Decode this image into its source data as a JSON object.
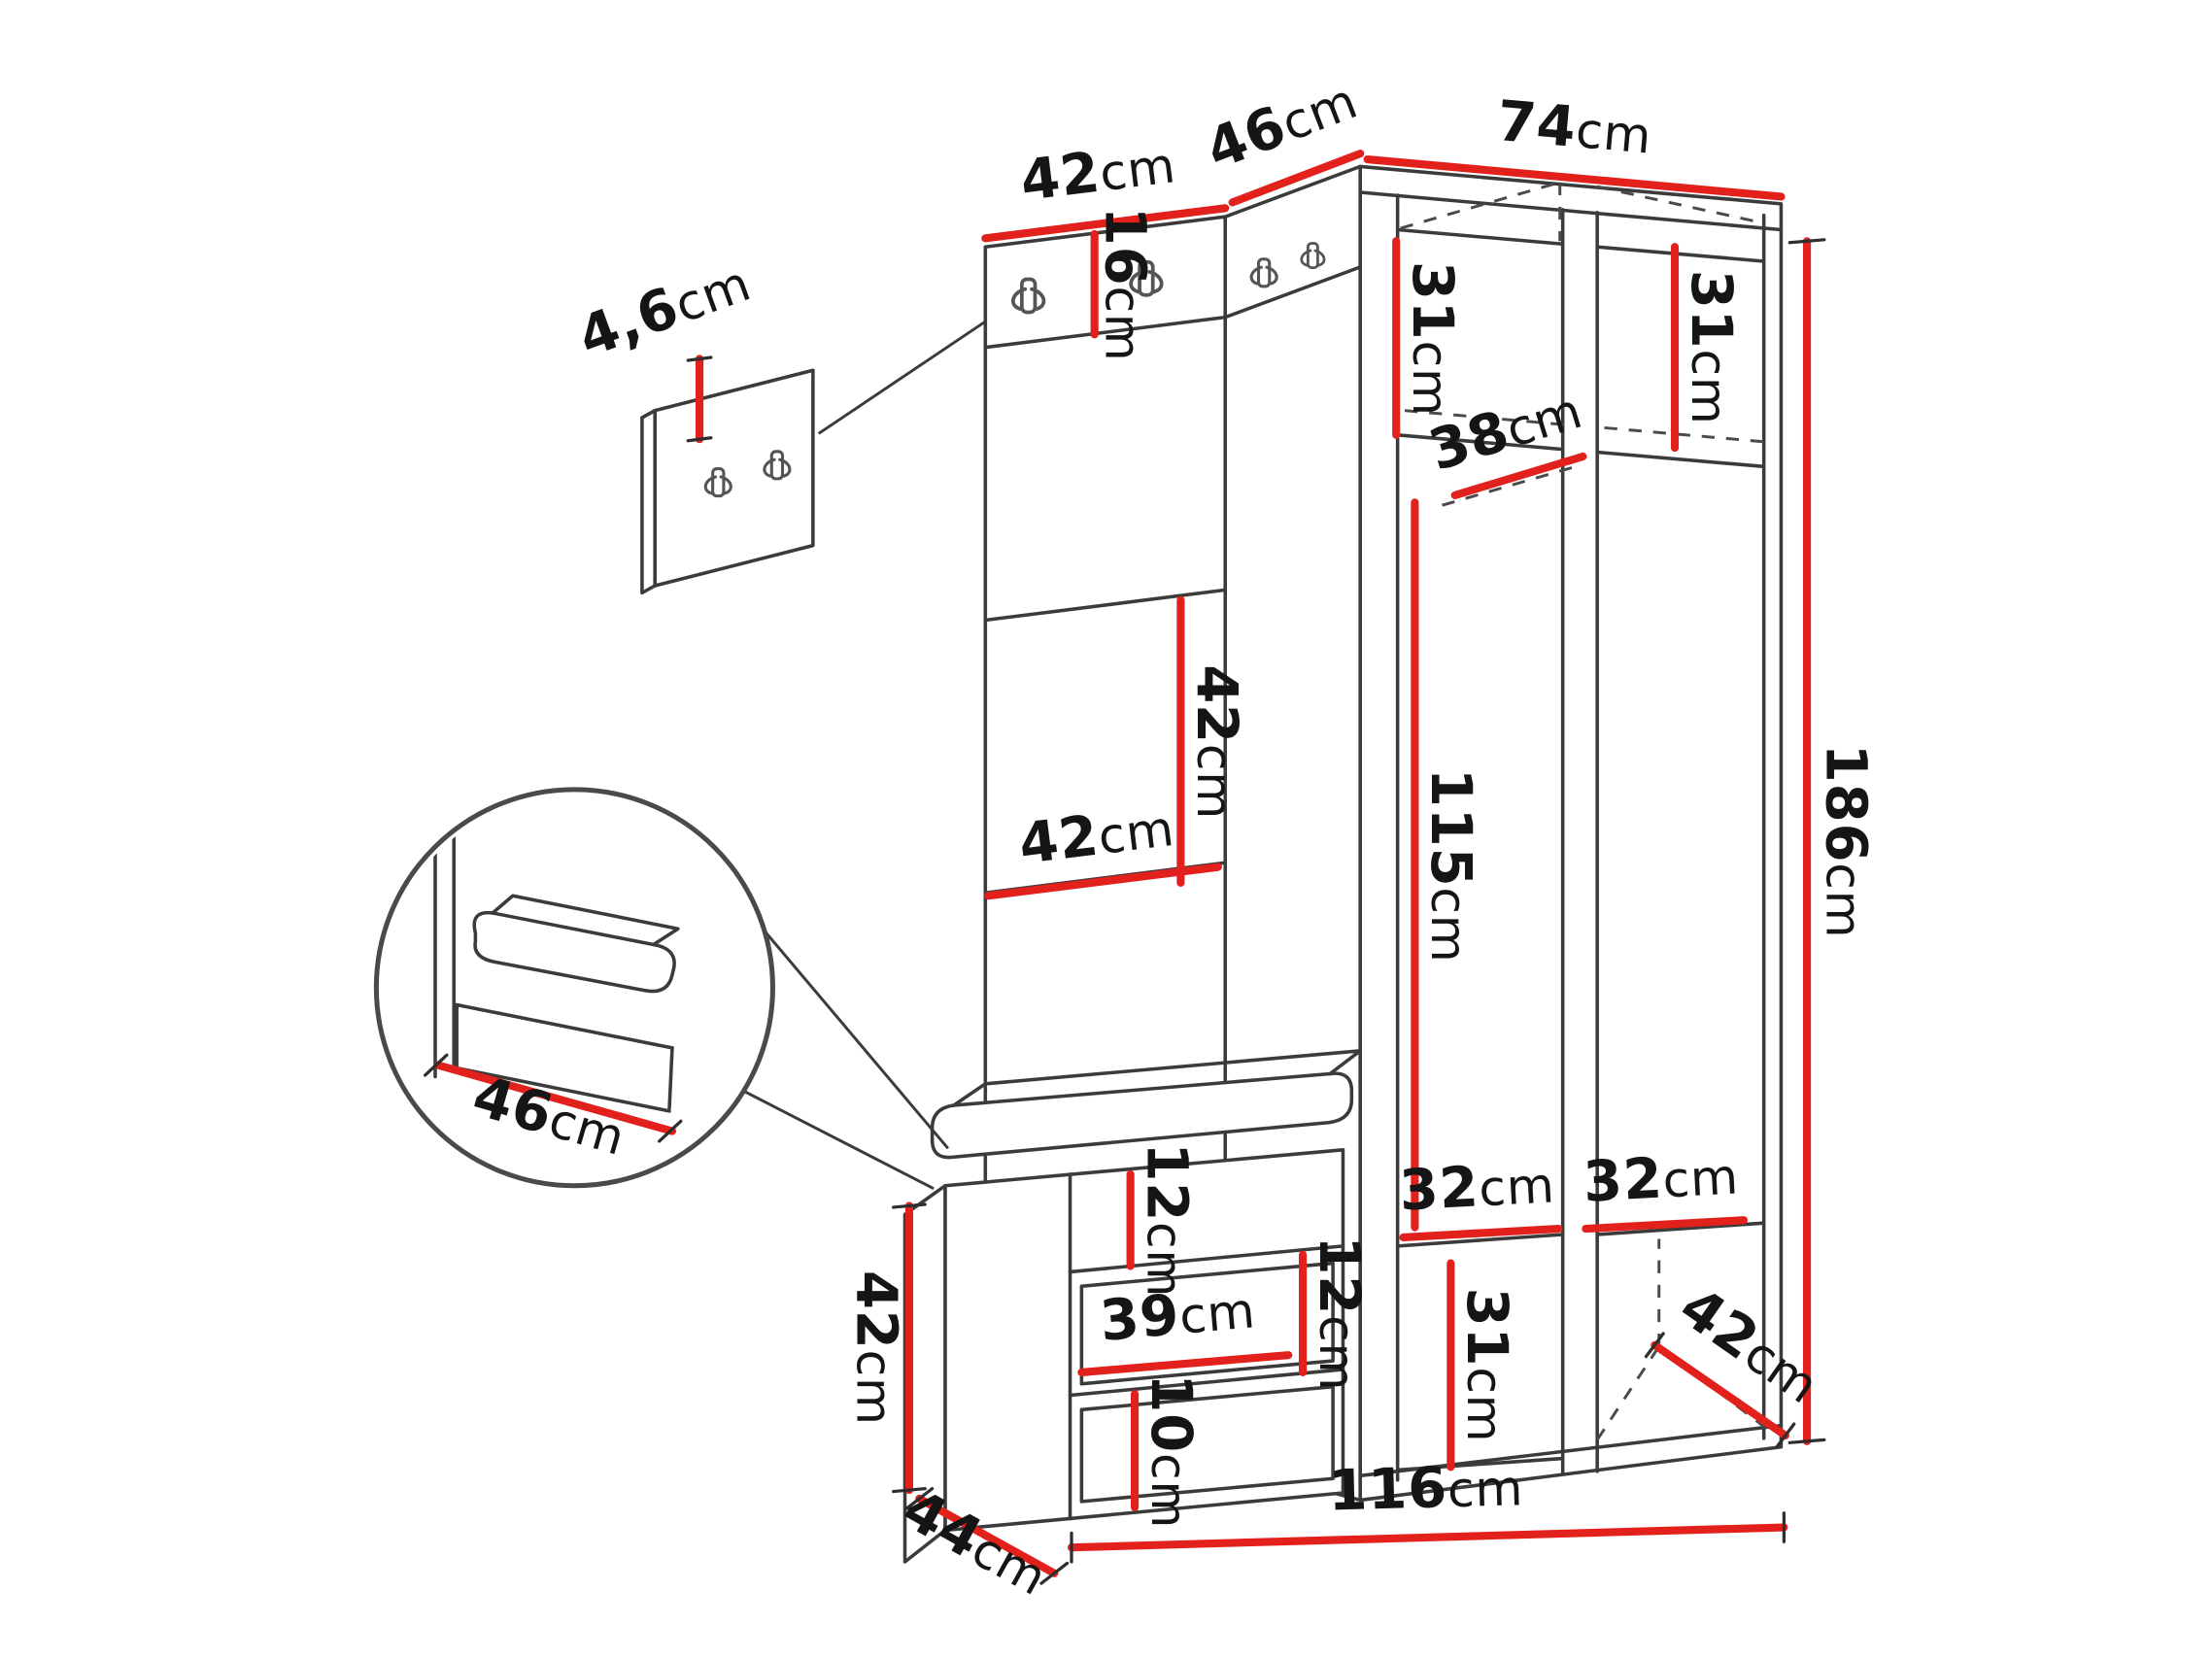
{
  "diagram": {
    "type": "furniture-dimension-diagram",
    "subject": "hallway wardrobe set with coat hooks, corner wardrobe and storage bench",
    "unit": "cm"
  },
  "colors": {
    "accent_red": "#e2211c",
    "line": "#3b3b3b"
  },
  "labels": {
    "top_panel_width": {
      "num": "42",
      "unit": "cm"
    },
    "top_corner_depth": {
      "num": "46",
      "unit": "cm"
    },
    "top_wardrobe_width": {
      "num": "74",
      "unit": "cm"
    },
    "hook_strip_height": {
      "num": "16",
      "unit": "cm"
    },
    "wall_panel_thickness": {
      "num": "4,6",
      "unit": "cm"
    },
    "upper_left_compartment_height": {
      "num": "31",
      "unit": "cm"
    },
    "upper_right_compartment_height": {
      "num": "31",
      "unit": "cm"
    },
    "shelf_depth": {
      "num": "38",
      "unit": "cm"
    },
    "panel_tile_height": {
      "num": "42",
      "unit": "cm"
    },
    "panel_tile_width": {
      "num": "42",
      "unit": "cm"
    },
    "hanging_space_height": {
      "num": "115",
      "unit": "cm"
    },
    "total_height": {
      "num": "186",
      "unit": "cm"
    },
    "seat_depth_detail": {
      "num": "46",
      "unit": "cm"
    },
    "bench_height": {
      "num": "42",
      "unit": "cm"
    },
    "bench_opening_height": {
      "num": "12",
      "unit": "cm"
    },
    "drawer_width": {
      "num": "39",
      "unit": "cm"
    },
    "drawer_height": {
      "num": "12",
      "unit": "cm"
    },
    "lower_drawer_height": {
      "num": "10",
      "unit": "cm"
    },
    "lower_left_compartment_width": {
      "num": "32",
      "unit": "cm"
    },
    "lower_right_compartment_width": {
      "num": "32",
      "unit": "cm"
    },
    "lower_drawer_front_height": {
      "num": "31",
      "unit": "cm"
    },
    "base_depth": {
      "num": "42",
      "unit": "cm"
    },
    "bench_depth": {
      "num": "44",
      "unit": "cm"
    },
    "total_width": {
      "num": "116",
      "unit": "cm"
    }
  }
}
